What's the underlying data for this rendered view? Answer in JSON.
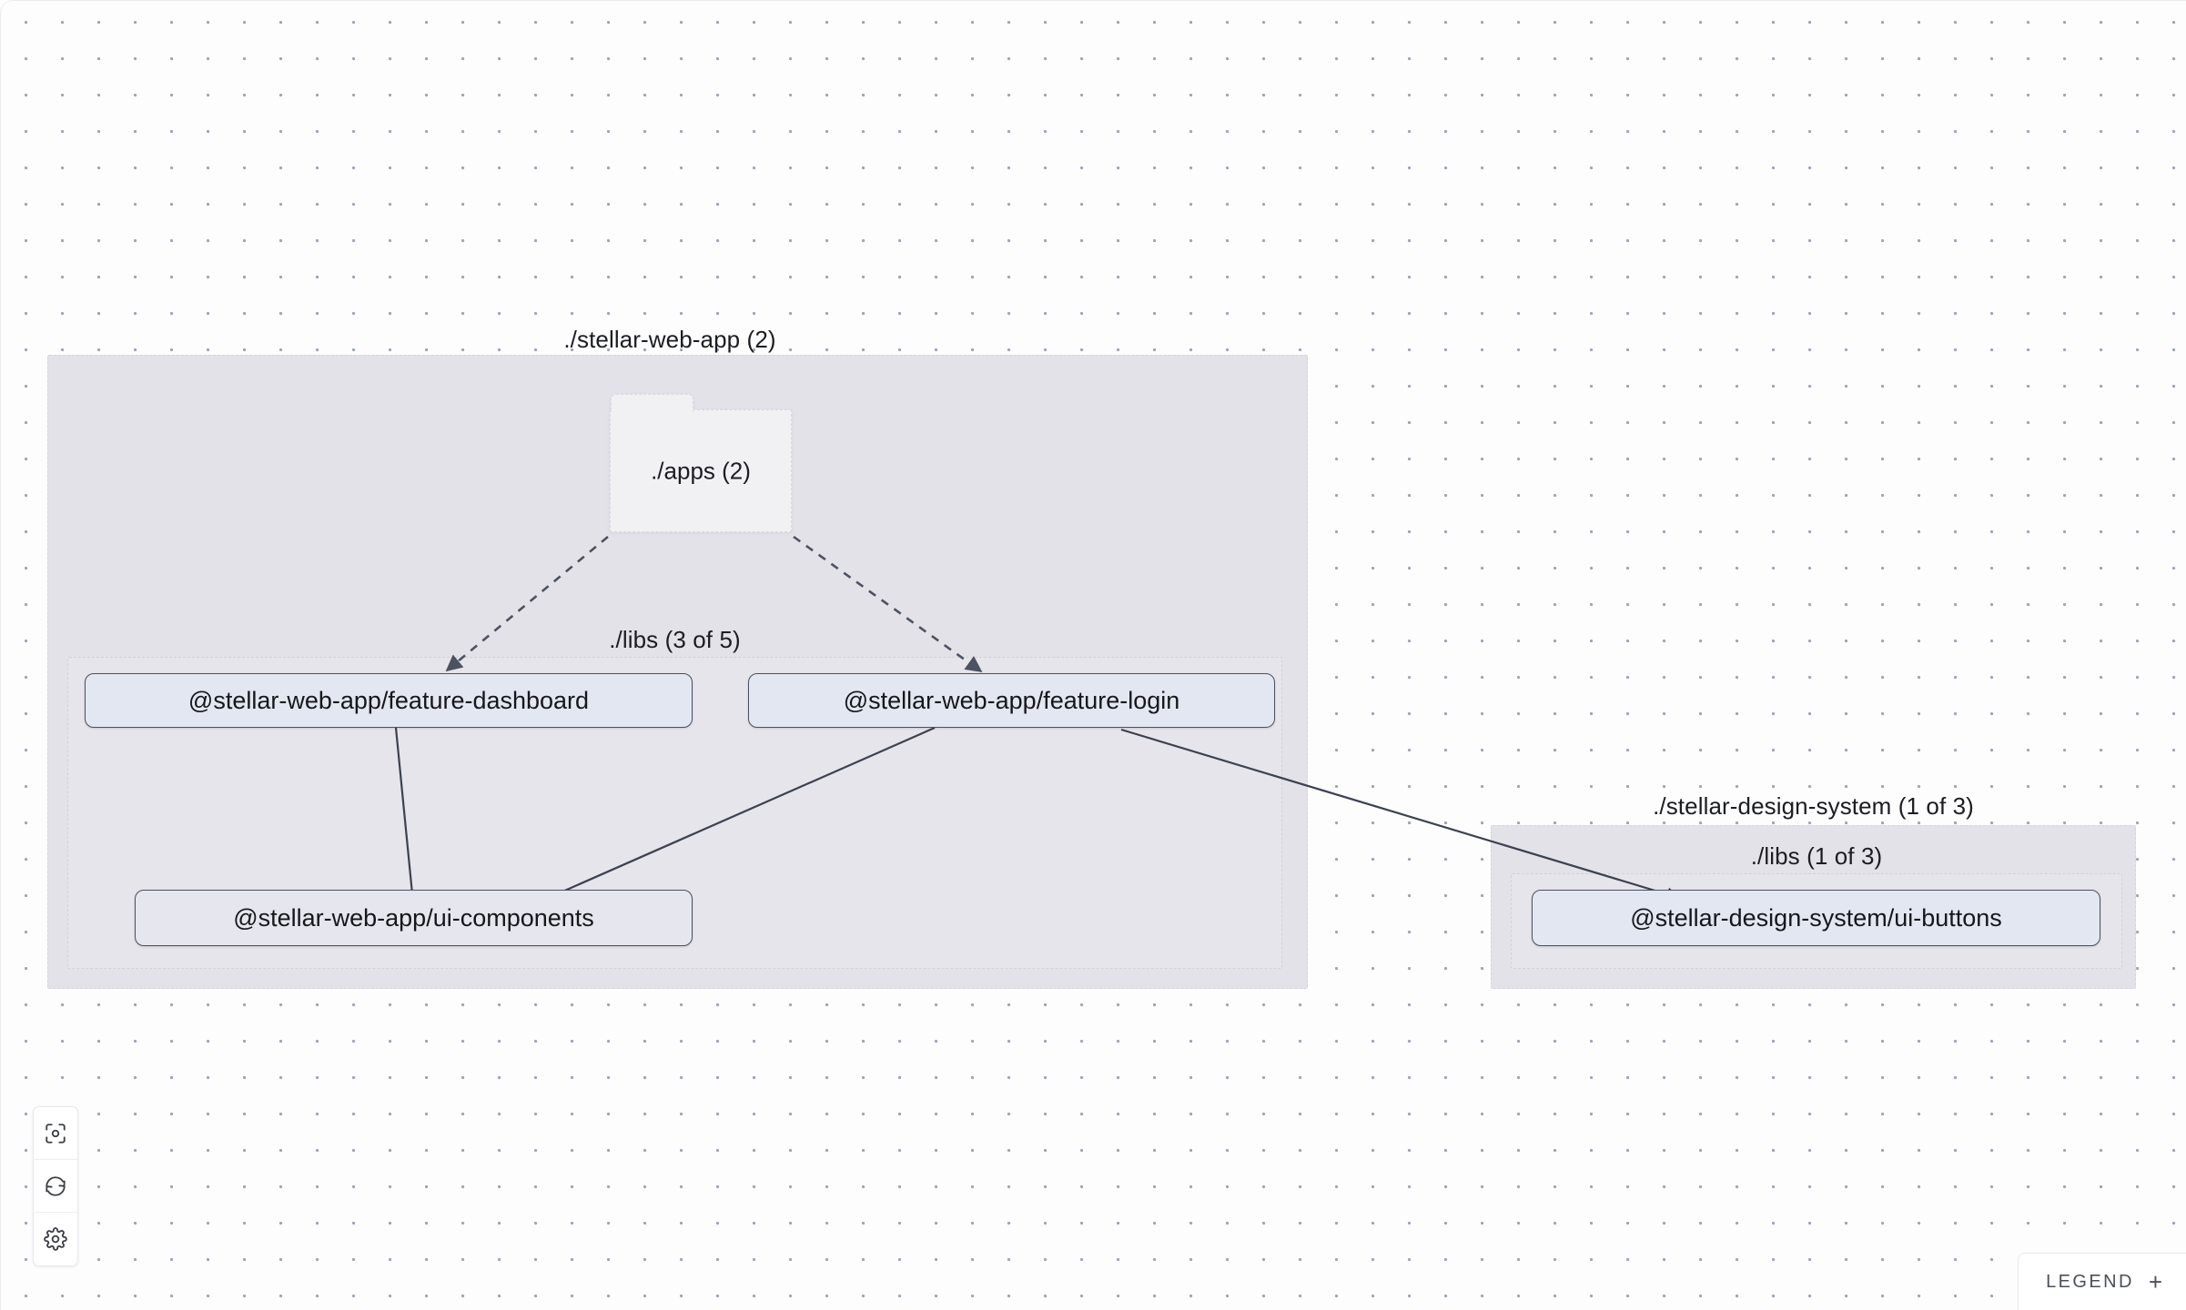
{
  "canvas": {
    "background_color": "#fdfdfe",
    "dot_color": "#9ca7b6"
  },
  "groups": [
    {
      "id": "stellar-web-app",
      "label": "./stellar-web-app (2)",
      "fill": "#e4e2e9",
      "children_label": "./libs (3 of 5)"
    },
    {
      "id": "stellar-design-system",
      "label": "./stellar-design-system (1 of 3)",
      "fill": "#e4e2e9",
      "children_label": "./libs (1 of 3)"
    }
  ],
  "folder": {
    "label": "./apps (2)"
  },
  "nodes": [
    {
      "id": "feature-dashboard",
      "label": "@stellar-web-app/feature-dashboard",
      "fill": "#e2e7f1"
    },
    {
      "id": "feature-login",
      "label": "@stellar-web-app/feature-login",
      "fill": "#e2e7f1"
    },
    {
      "id": "ui-components",
      "label": "@stellar-web-app/ui-components",
      "fill": "#e6e6ee"
    },
    {
      "id": "ui-buttons",
      "label": "@stellar-design-system/ui-buttons",
      "fill": "#e2e7f1"
    }
  ],
  "edges": [
    {
      "from": "apps",
      "to": "feature-dashboard",
      "style": "dashed"
    },
    {
      "from": "apps",
      "to": "feature-login",
      "style": "dashed"
    },
    {
      "from": "feature-dashboard",
      "to": "ui-components",
      "style": "solid"
    },
    {
      "from": "feature-login",
      "to": "ui-components",
      "style": "solid"
    },
    {
      "from": "feature-login",
      "to": "ui-buttons",
      "style": "solid"
    }
  ],
  "controls": {
    "focus": {
      "name": "focus-graph",
      "icon": "focus-icon"
    },
    "refresh": {
      "name": "refresh-graph",
      "icon": "refresh-icon"
    },
    "settings": {
      "name": "graph-settings",
      "icon": "gear-icon"
    }
  },
  "legend": {
    "label": "LEGEND",
    "expand_glyph": "+"
  }
}
